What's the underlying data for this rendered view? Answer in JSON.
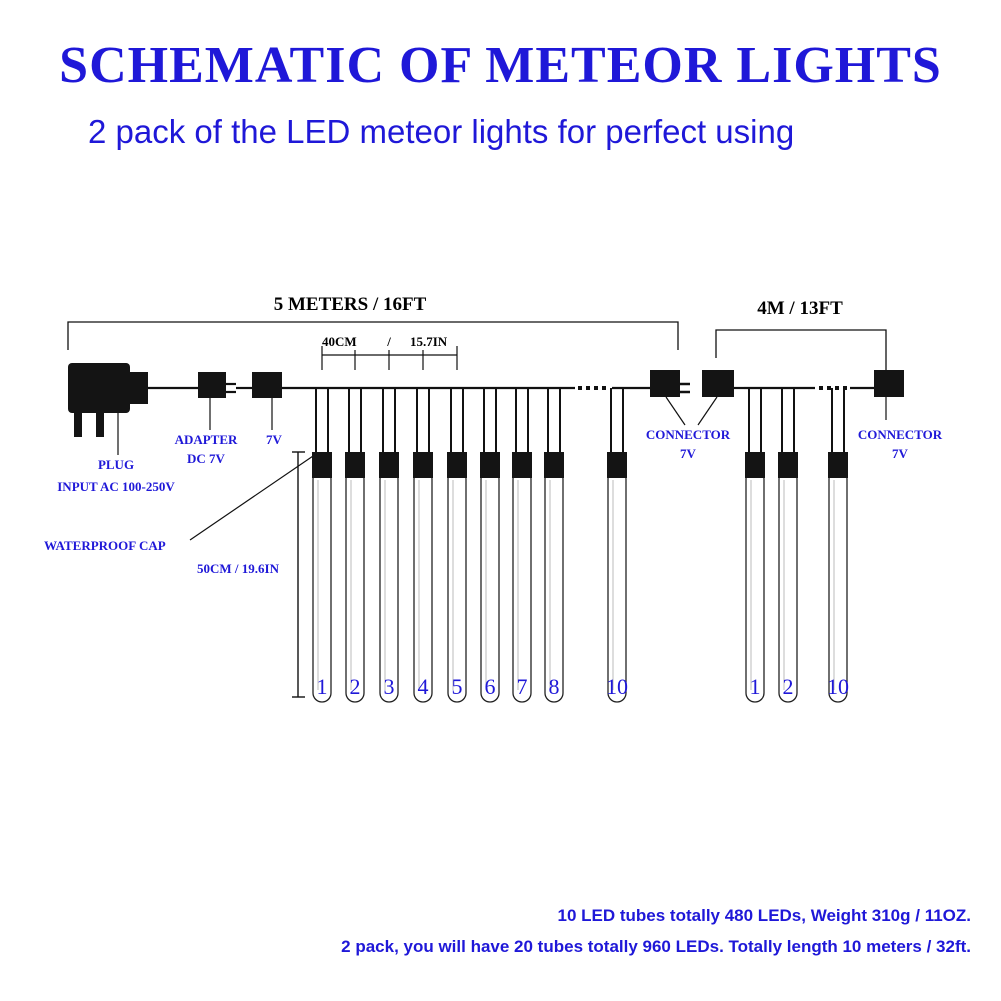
{
  "colors": {
    "accent": "#1f18d8",
    "wire": "#111111"
  },
  "header": {
    "title": "SCHEMATIC OF METEOR LIGHTS",
    "subtitle": "2 pack of the LED meteor lights for perfect using"
  },
  "labels": {
    "length_main": "5 METERS / 16FT",
    "length_ext": "4M / 13FT",
    "spacing_a": "40CM",
    "spacing_sep": "/",
    "spacing_b": "15.7IN",
    "adapter_line1": "ADAPTER",
    "adapter_line2": "DC 7V",
    "voltage": "7V",
    "plug_line1": "PLUG",
    "plug_line2": "INPUT AC 100-250V",
    "connector1_line1": "CONNECTOR",
    "connector1_line2": "7V",
    "connector2_line1": "CONNECTOR",
    "connector2_line2": "7V",
    "waterproof_cap": "WATERPROOF CAP",
    "tube_length": "50CM / 19.6IN"
  },
  "tubes_main": [
    "1",
    "2",
    "3",
    "4",
    "5",
    "6",
    "7",
    "8",
    "10"
  ],
  "tubes_ext": [
    "1",
    "2",
    "10"
  ],
  "footer": {
    "line1": "10 LED tubes totally 480 LEDs, Weight 310g / 11OZ.",
    "line2": "2 pack, you will have 20 tubes totally 960 LEDs. Totally length 10 meters / 32ft."
  }
}
